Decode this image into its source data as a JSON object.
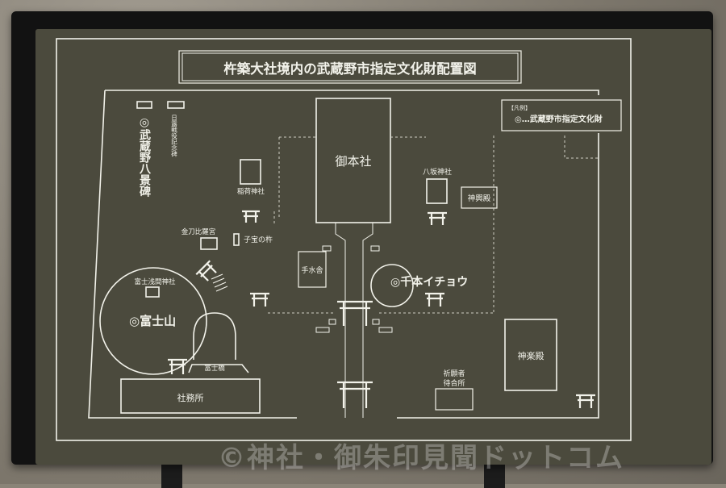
{
  "map": {
    "title": "杵築大社境内の武蔵野市指定文化財配置図",
    "legend": {
      "heading": "【凡例】",
      "item": "◎…武蔵野市指定文化財"
    },
    "places": {
      "goshonsha": "御本社",
      "yasaka": "八坂神社",
      "shinyoden": "神輿殿",
      "inari": "稲荷神社",
      "konpira": "金刀比羅宮",
      "kodakara": "子宝の杵",
      "temizuya": "手水舎",
      "icho": "◎千本イチョウ",
      "fujisengen": "富士浅間神社",
      "fujisan": "◎富士山",
      "fujibashi": "富士橋",
      "shamusho": "社務所",
      "kigansha_1": "祈願者",
      "kigansha_2": "待合所",
      "kaguraden": "神楽殿",
      "nichiro": "日露戦役記念碑",
      "hakkei": "◎武蔵野八景碑"
    },
    "colors": {
      "panel": "#4b4a3d",
      "line": "#f2f2ea",
      "frame": "#121212"
    }
  },
  "watermark": "©神社・御朱印見聞ドットコム"
}
